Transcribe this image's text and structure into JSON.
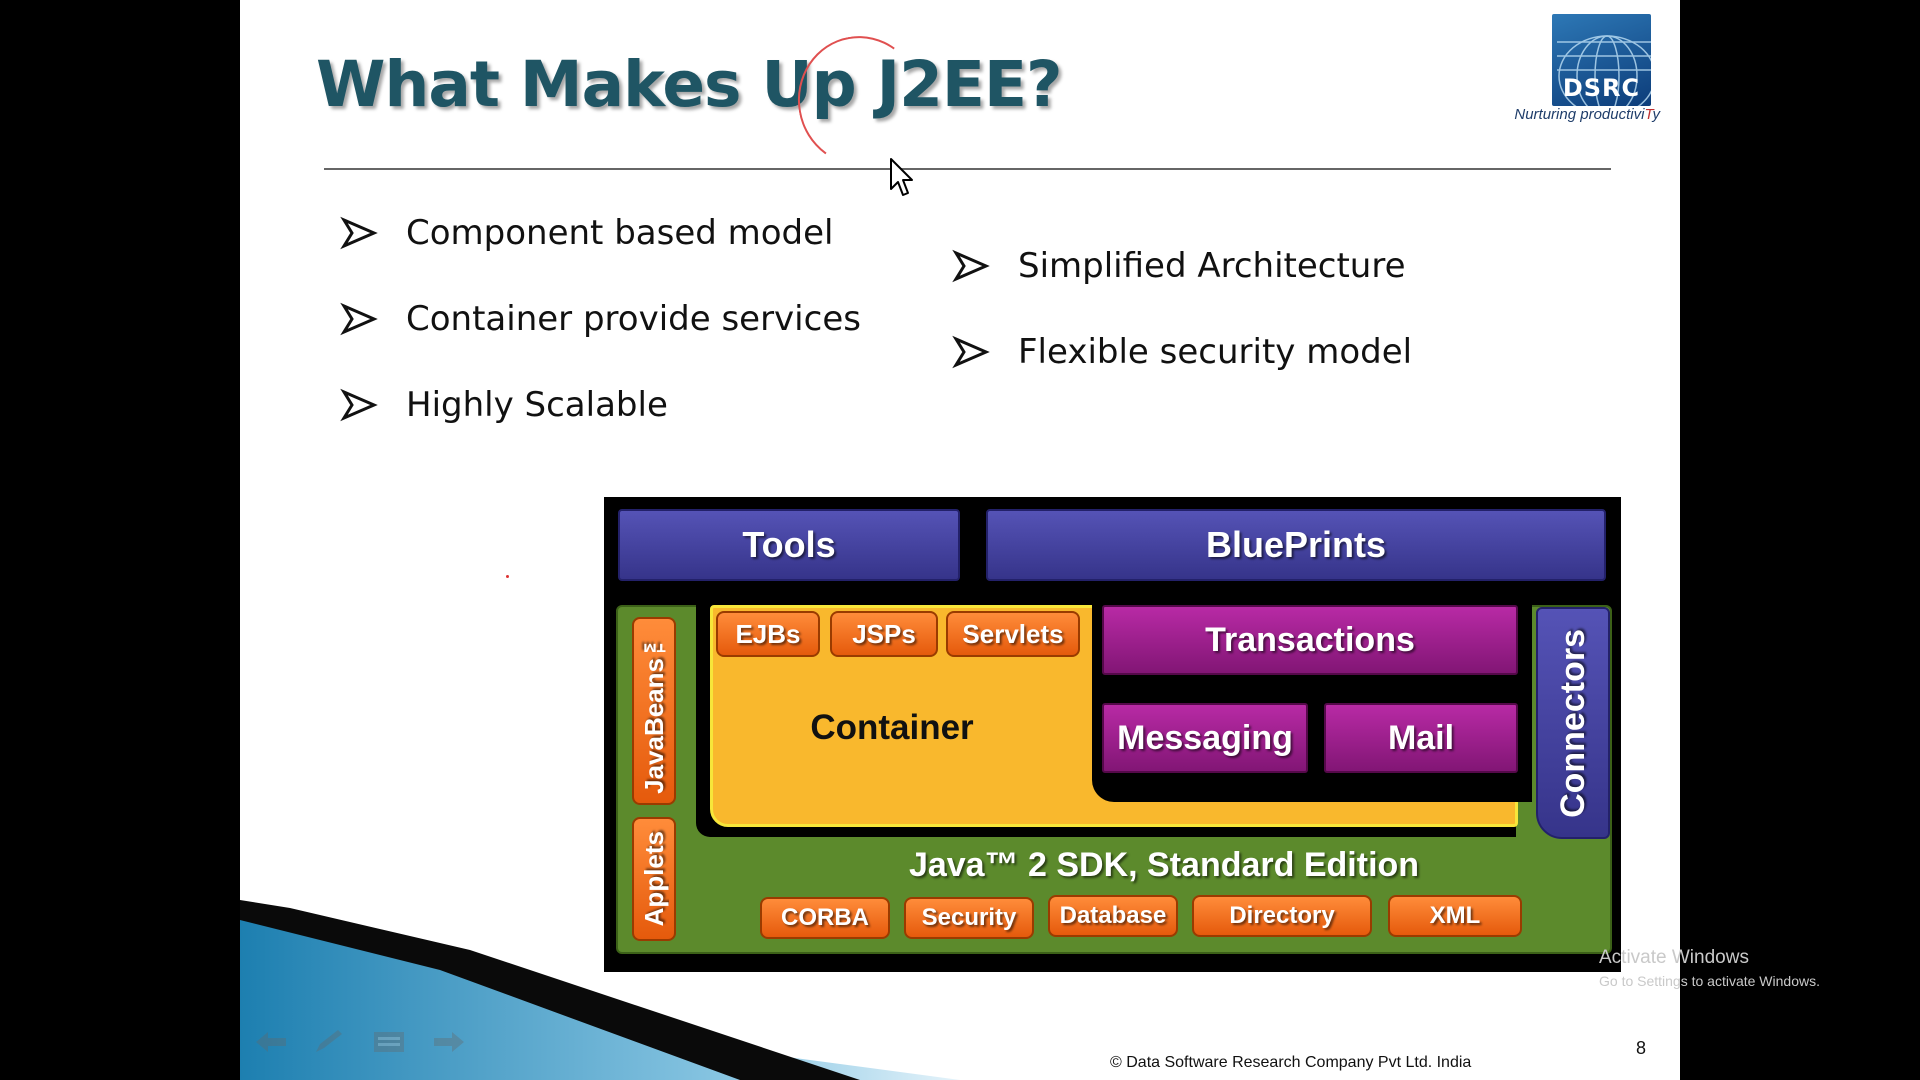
{
  "slide": {
    "title": "What Makes Up J2EE?",
    "logo": {
      "brand": "DSRC",
      "tagline_pre": "Nurturing productivi",
      "tagline_red": "T",
      "tagline_post": "y"
    },
    "bullets_left": [
      "Component based model",
      "Container provide services",
      "Highly Scalable"
    ],
    "bullets_right": [
      "Simplified Architecture",
      "Flexible security model"
    ],
    "diagram": {
      "tools": "Tools",
      "blueprints": "BluePrints",
      "javabeans": "JavaBeans™",
      "applets": "Applets",
      "connectors": "Connectors",
      "container": "Container",
      "ejbs": "EJBs",
      "jsps": "JSPs",
      "servlets": "Servlets",
      "transactions": "Transactions",
      "messaging": "Messaging",
      "mail": "Mail",
      "sdk": "Java™ 2 SDK, Standard Edition",
      "services": [
        "CORBA",
        "Security",
        "Database",
        "Directory",
        "XML"
      ]
    },
    "footer": "© Data Software Research Company Pvt Ltd. India",
    "page_number": "8"
  },
  "watermark": {
    "title": "Activate Windows",
    "subtitle": "Go to Settings to activate Windows."
  },
  "colors": {
    "title": "#1f5564",
    "navy": "#3f3d9c",
    "green": "#5c8a2c",
    "container": "#fdbf36",
    "orange": "#f47322",
    "magenta": "#a21f91"
  }
}
